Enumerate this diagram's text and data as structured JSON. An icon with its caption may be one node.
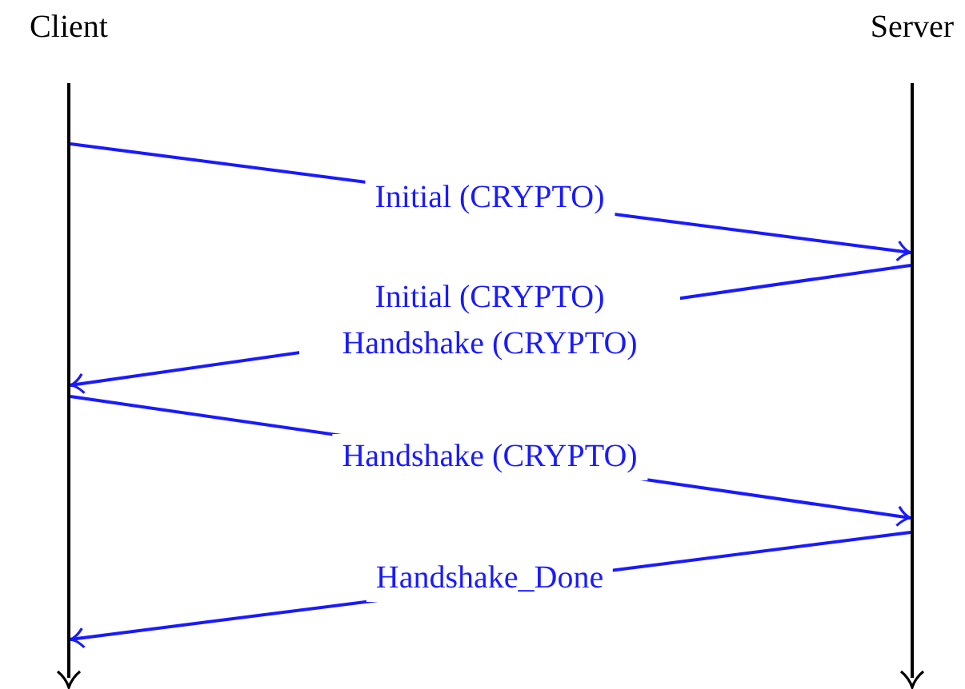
{
  "diagram": {
    "nodes": [
      {
        "text": [
          "Client"
        ]
      },
      {
        "text": [
          "Server"
        ]
      }
    ],
    "edges": [
      {
        "from": 0,
        "to": 1,
        "arrow": "to",
        "label": "Initial (CRYPTO)"
      },
      {
        "from": 1,
        "to": 0,
        "arrow": "to",
        "label": "Initial (CRYPTO) Handshake (CRYPTO)"
      },
      {
        "from": 0,
        "to": 1,
        "arrow": "to",
        "label": "Handshake (CRYPTO)"
      },
      {
        "from": 1,
        "to": 0,
        "arrow": "to",
        "label": "Handshake_Done"
      }
    ]
  }
}
